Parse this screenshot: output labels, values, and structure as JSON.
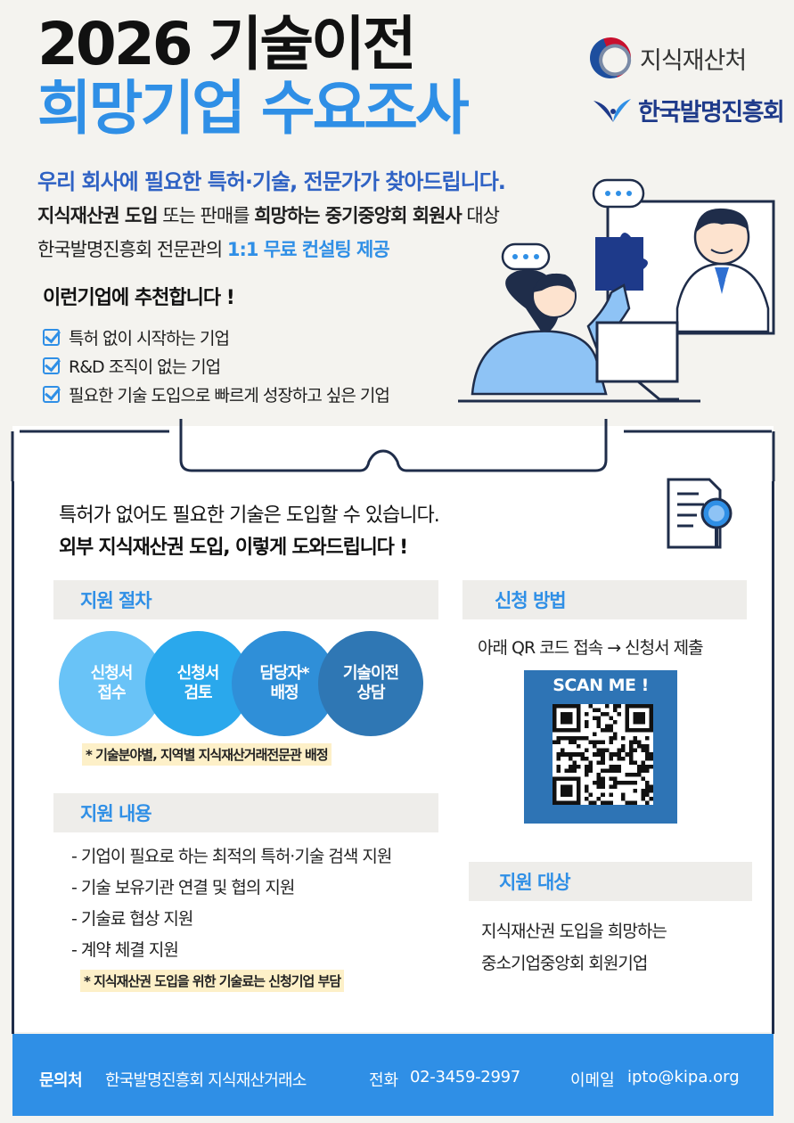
{
  "header": {
    "title_line1": "2026 기술이전",
    "title_line2": "희망기업 수요조사",
    "logo_ministry": "지식재산처",
    "logo_kipa": "한국발명진흥회"
  },
  "intro": {
    "headline": "우리 회사에 필요한 특허·기술, 전문가가 찾아드립니다.",
    "line2_bold1": "지식재산권 도입",
    "line2_mid": " 또는 판매를 ",
    "line2_bold2": "희망하는 중기중앙회 회원사",
    "line2_end": " 대상",
    "line3_start": "한국발명진흥회 전문관의 ",
    "line3_highlight": "1:1 무료 컨설팅 제공"
  },
  "recommend": {
    "title": "이런기업에 추천합니다 !",
    "items": [
      "특허 없이 시작하는 기업",
      "R&D  조직이 없는 기업",
      "필요한 기술 도입으로 빠르게 성장하고 싶은 기업"
    ]
  },
  "panel": {
    "intro1": "특허가 없어도 필요한 기술은 도입할 수 있습니다.",
    "intro2": "외부 지식재산권 도입, 이렇게 도와드립니다 !"
  },
  "procedure": {
    "title": "지원 절차",
    "steps": [
      {
        "label": "신청서\n접수",
        "color": "#69c3f7"
      },
      {
        "label": "신청서\n검토",
        "color": "#2aa8ec"
      },
      {
        "label": "담당자*\n배정",
        "color": "#2f8fd8"
      },
      {
        "label": "기술이전\n상담",
        "color": "#2f77b4"
      }
    ],
    "note": "* 기술분야별, 지역별 지식재산거래전문관 배정"
  },
  "apply": {
    "title": "신청 방법",
    "text": "아래 QR 코드 접속 → 신청서  제출",
    "scan_label": "SCAN ME !"
  },
  "support": {
    "title": "지원 내용",
    "items": [
      "- 기업이 필요로 하는 최적의 특허·기술 검색 지원",
      "- 기술 보유기관 연결 및 협의 지원",
      "- 기술료 협상 지원",
      "- 계약 체결 지원"
    ],
    "note": "* 지식재산권 도입을 위한 기술료는 신청기업 부담"
  },
  "target": {
    "title": "지원 대상",
    "line1": "지식재산권 도입을 희망하는",
    "line2": "중소기업중앙회 회원기업"
  },
  "footer": {
    "label": "문의처",
    "org": "한국발명진흥회 지식재산거래소",
    "tel_label": "전화",
    "tel": "02-3459-2997",
    "email_label": "이메일",
    "email": "ipto@kipa.org"
  }
}
